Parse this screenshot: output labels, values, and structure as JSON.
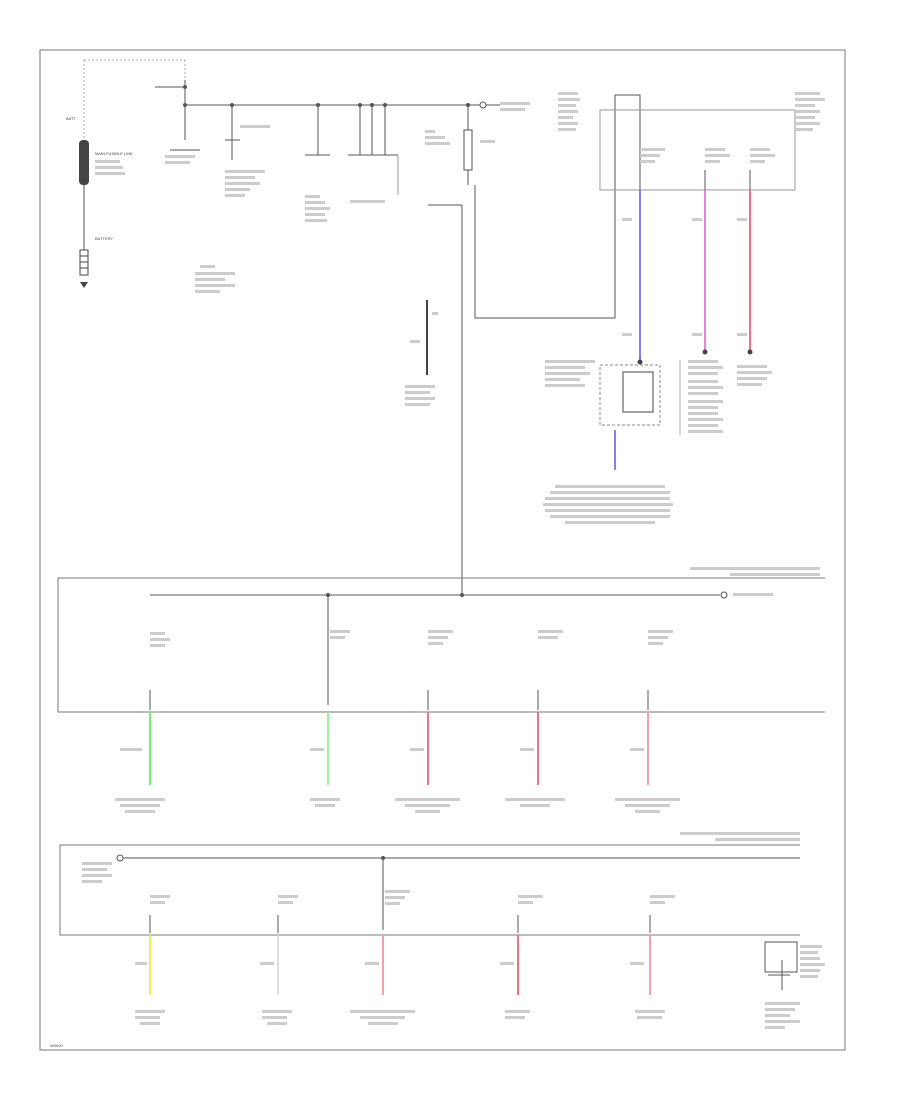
{
  "labels": {
    "batt_fuse": "BATT",
    "main_fuse": "MAIN FUSIBLE LINK",
    "battery": "BATTERY",
    "ref_code": "W0000"
  },
  "colors": {
    "blue": "#8a7cf0",
    "pink": "#ee7fe0",
    "red": "#f07088",
    "green": "#6ff06f",
    "yellow": "#eeee55",
    "lightred": "#f3a0ae"
  }
}
